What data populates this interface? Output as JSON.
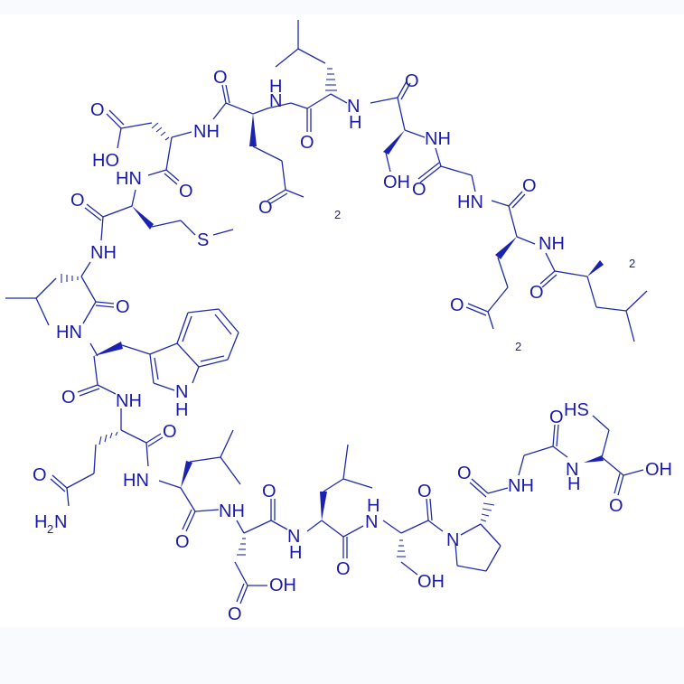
{
  "diagram": {
    "type": "chemical-structure",
    "subject": "linear peptide",
    "color": "#1a1aa8",
    "background": "#ffffff",
    "outer_background": "#f9fafd",
    "residues_N_to_C": [
      "Leu",
      "Gln",
      "Gly",
      "Ser",
      "Leu",
      "Gln",
      "Asp",
      "Met",
      "Leu",
      "Trp",
      "Gln",
      "Leu",
      "Asp",
      "Leu",
      "Ser",
      "Pro",
      "Gly",
      "Cys"
    ],
    "labels": {
      "o": "O",
      "oh": "OH",
      "ho": "HO",
      "nh": "NH",
      "hn": "HN",
      "n": "N",
      "h": "H",
      "nh2_main": "NH",
      "two": "2",
      "h2n_h": "H",
      "s": "S",
      "hs": "HS"
    }
  }
}
